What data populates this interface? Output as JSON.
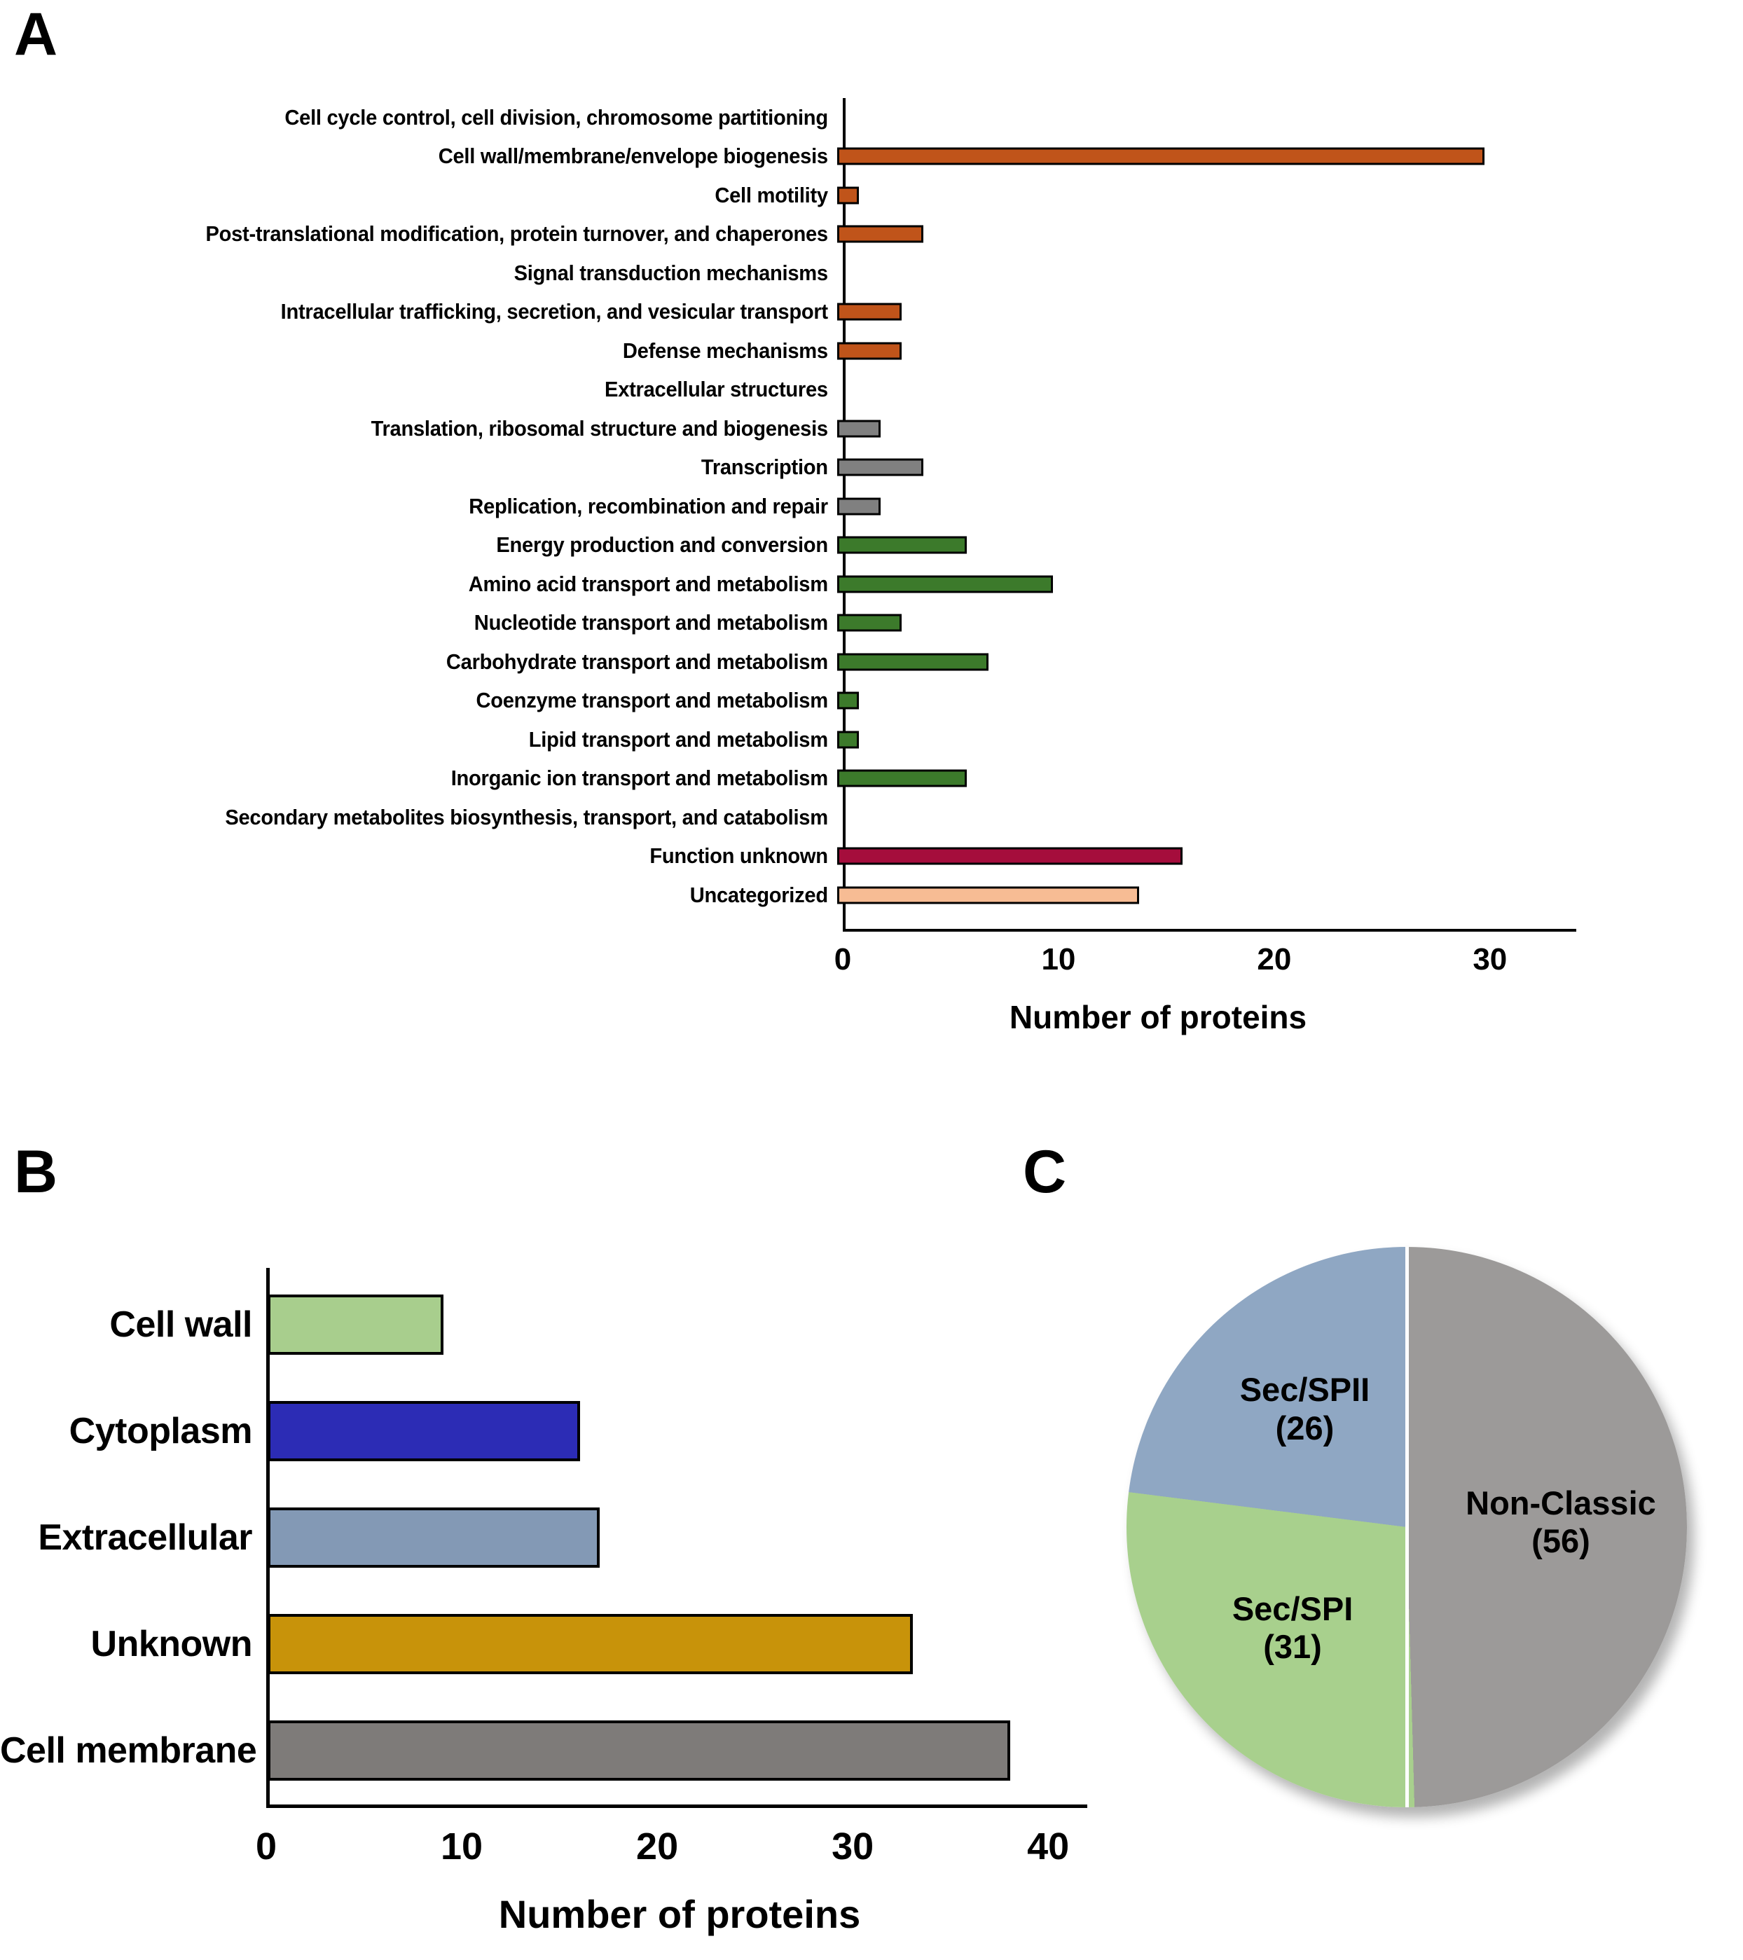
{
  "panels": {
    "a": {
      "letter": "A"
    },
    "b": {
      "letter": "B"
    },
    "c": {
      "letter": "C"
    }
  },
  "chart_data": [
    {
      "id": "panel-a",
      "type": "bar",
      "orientation": "horizontal",
      "title": "",
      "xlabel": "Number of proteins",
      "ylabel": "",
      "xlim": [
        0,
        34
      ],
      "xticks": [
        0,
        10,
        20,
        30
      ],
      "xticklabels": [
        "0",
        "10",
        "20",
        "30"
      ],
      "grid": false,
      "legend": "none",
      "categories": [
        "Cell cycle control, cell division, chromosome partitioning",
        "Cell wall/membrane/envelope biogenesis",
        "Cell motility",
        "Post-translational modification, protein turnover, and chaperones",
        "Signal transduction mechanisms",
        "Intracellular trafficking, secretion, and vesicular transport",
        "Defense mechanisms",
        "Extracellular structures",
        "Translation, ribosomal structure and biogenesis",
        "Transcription",
        "Replication, recombination and repair",
        "Energy production and conversion",
        "Amino acid transport and metabolism",
        "Nucleotide transport and metabolism",
        "Carbohydrate transport and metabolism",
        "Coenzyme transport and metabolism",
        "Lipid transport and metabolism",
        "Inorganic ion transport and metabolism",
        "Secondary metabolites biosynthesis, transport, and catabolism",
        "Function unknown",
        "Uncategorized"
      ],
      "values": [
        0,
        30,
        1,
        4,
        0,
        3,
        3,
        0,
        2,
        4,
        2,
        6,
        10,
        3,
        7,
        1,
        1,
        6,
        0,
        16,
        14
      ],
      "colors": [
        "#C0541A",
        "#C0541A",
        "#C0541A",
        "#C0541A",
        "#C0541A",
        "#C0541A",
        "#C0541A",
        "#C0541A",
        "#808080",
        "#808080",
        "#808080",
        "#3C7A2B",
        "#3C7A2B",
        "#3C7A2B",
        "#3C7A2B",
        "#3C7A2B",
        "#3C7A2B",
        "#3C7A2B",
        "#3C7A2B",
        "#A50D3C",
        "#F7BC94"
      ]
    },
    {
      "id": "panel-b",
      "type": "bar",
      "orientation": "horizontal",
      "title": "",
      "xlabel": "Number of proteins",
      "ylabel": "",
      "xlim": [
        0,
        42
      ],
      "xticks": [
        0,
        10,
        20,
        30,
        40
      ],
      "xticklabels": [
        "0",
        "10",
        "20",
        "30",
        "40"
      ],
      "grid": false,
      "legend": "none",
      "categories": [
        "Cell wall",
        "Cytoplasm",
        "Extracellular",
        "Unknown",
        "Cell membrane"
      ],
      "values": [
        9,
        16,
        17,
        33,
        38
      ],
      "colors": [
        "#A8CE8D",
        "#2C2CB5",
        "#8399B5",
        "#C8930A",
        "#7E7B79"
      ]
    },
    {
      "id": "panel-c",
      "type": "pie",
      "title": "",
      "total": 113,
      "labels": [
        "Non-Classic",
        "Sec/SPI",
        "Sec/SPII"
      ],
      "values": [
        56,
        31,
        26
      ],
      "value_labels": [
        "(56)",
        "(31)",
        "(26)"
      ],
      "colors": [
        "#9C9A99",
        "#A8D08D",
        "#8FA7C3"
      ],
      "legend": "none"
    }
  ]
}
